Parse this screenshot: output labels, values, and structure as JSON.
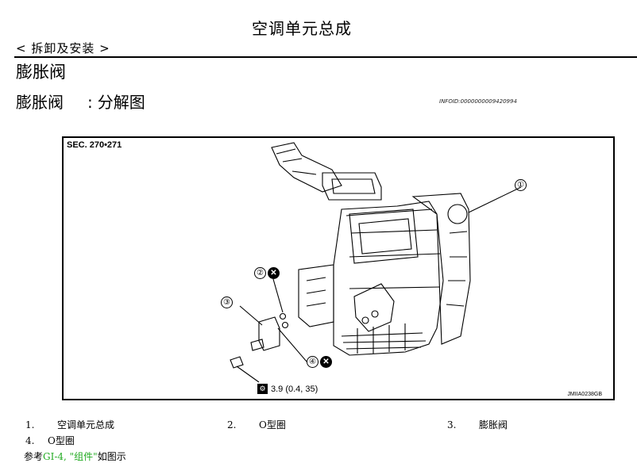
{
  "header": {
    "title": "空调单元总成",
    "breadcrumb": "< 拆卸及安装 >",
    "section_title": "膨胀阀",
    "subsection_name": "膨胀阀",
    "subsection_sep": ":",
    "subsection_type": "分解图",
    "info_id": "INFOID:0000000009420994"
  },
  "figure": {
    "sec_label": "SEC. 270•271",
    "figure_id": "JMIIA0238GB",
    "torque": "3.9 (0.4, 35)",
    "callouts": [
      {
        "num": "①",
        "replace": false
      },
      {
        "num": "②",
        "replace": true
      },
      {
        "num": "③",
        "replace": false
      },
      {
        "num": "④",
        "replace": true
      }
    ]
  },
  "legend": [
    {
      "num": "1.",
      "label": "空调单元总成"
    },
    {
      "num": "2.",
      "label": "O型圈"
    },
    {
      "num": "3.",
      "label": "膨胀阀"
    },
    {
      "num": "4.",
      "label": "O型圈"
    }
  ],
  "reference": {
    "prefix": "参考",
    "link": "GI-4, \"组件\"",
    "suffix": "如图示"
  }
}
